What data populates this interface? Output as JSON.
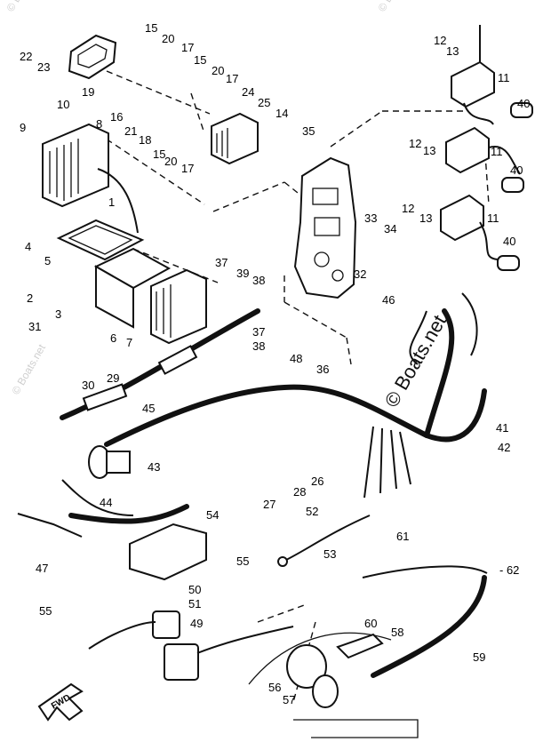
{
  "watermarks": {
    "center": "© Boats.net",
    "corner_top_left": "© Boats.net",
    "corner_top_right": "© Boats.net",
    "corner_left": "© Boats.net"
  },
  "fwd_label": "FWD",
  "callouts": [
    {
      "id": "c1",
      "text": "1"
    },
    {
      "id": "c2",
      "text": "2"
    },
    {
      "id": "c3",
      "text": "3"
    },
    {
      "id": "c4",
      "text": "4"
    },
    {
      "id": "c5",
      "text": "5"
    },
    {
      "id": "c6",
      "text": "6"
    },
    {
      "id": "c7",
      "text": "7"
    },
    {
      "id": "c8",
      "text": "8"
    },
    {
      "id": "c9",
      "text": "9"
    },
    {
      "id": "c10",
      "text": "10"
    },
    {
      "id": "c11a",
      "text": "11"
    },
    {
      "id": "c11b",
      "text": "11"
    },
    {
      "id": "c11c",
      "text": "11"
    },
    {
      "id": "c12a",
      "text": "12"
    },
    {
      "id": "c12b",
      "text": "12"
    },
    {
      "id": "c12c",
      "text": "12"
    },
    {
      "id": "c13a",
      "text": "13"
    },
    {
      "id": "c13b",
      "text": "13"
    },
    {
      "id": "c13c",
      "text": "13"
    },
    {
      "id": "c14",
      "text": "14"
    },
    {
      "id": "c15a",
      "text": "15"
    },
    {
      "id": "c15b",
      "text": "15"
    },
    {
      "id": "c15c",
      "text": "15"
    },
    {
      "id": "c16",
      "text": "16"
    },
    {
      "id": "c17a",
      "text": "17"
    },
    {
      "id": "c17b",
      "text": "17"
    },
    {
      "id": "c17c",
      "text": "17"
    },
    {
      "id": "c18",
      "text": "18"
    },
    {
      "id": "c19",
      "text": "19"
    },
    {
      "id": "c20a",
      "text": "20"
    },
    {
      "id": "c20b",
      "text": "20"
    },
    {
      "id": "c20c",
      "text": "20"
    },
    {
      "id": "c21",
      "text": "21"
    },
    {
      "id": "c22",
      "text": "22"
    },
    {
      "id": "c23",
      "text": "23"
    },
    {
      "id": "c24",
      "text": "24"
    },
    {
      "id": "c25",
      "text": "25"
    },
    {
      "id": "c26",
      "text": "26"
    },
    {
      "id": "c27",
      "text": "27"
    },
    {
      "id": "c28",
      "text": "28"
    },
    {
      "id": "c29",
      "text": "29"
    },
    {
      "id": "c30",
      "text": "30"
    },
    {
      "id": "c31",
      "text": "31"
    },
    {
      "id": "c32",
      "text": "32"
    },
    {
      "id": "c33",
      "text": "33"
    },
    {
      "id": "c34",
      "text": "34"
    },
    {
      "id": "c35",
      "text": "35"
    },
    {
      "id": "c36",
      "text": "36"
    },
    {
      "id": "c37a",
      "text": "37"
    },
    {
      "id": "c37b",
      "text": "37"
    },
    {
      "id": "c38a",
      "text": "38"
    },
    {
      "id": "c38b",
      "text": "38"
    },
    {
      "id": "c39",
      "text": "39"
    },
    {
      "id": "c40a",
      "text": "40"
    },
    {
      "id": "c40b",
      "text": "40"
    },
    {
      "id": "c40c",
      "text": "40"
    },
    {
      "id": "c41",
      "text": "41"
    },
    {
      "id": "c42",
      "text": "42"
    },
    {
      "id": "c43",
      "text": "43"
    },
    {
      "id": "c44",
      "text": "44"
    },
    {
      "id": "c45",
      "text": "45"
    },
    {
      "id": "c46",
      "text": "46"
    },
    {
      "id": "c47",
      "text": "47"
    },
    {
      "id": "c48",
      "text": "48"
    },
    {
      "id": "c49",
      "text": "49"
    },
    {
      "id": "c50",
      "text": "50"
    },
    {
      "id": "c51",
      "text": "51"
    },
    {
      "id": "c52",
      "text": "52"
    },
    {
      "id": "c53",
      "text": "53"
    },
    {
      "id": "c54",
      "text": "54"
    },
    {
      "id": "c55a",
      "text": "55"
    },
    {
      "id": "c55b",
      "text": "55"
    },
    {
      "id": "c56",
      "text": "56"
    },
    {
      "id": "c57",
      "text": "57"
    },
    {
      "id": "c58",
      "text": "58"
    },
    {
      "id": "c59",
      "text": "59"
    },
    {
      "id": "c60",
      "text": "60"
    },
    {
      "id": "c61",
      "text": "61"
    },
    {
      "id": "c62",
      "text": "- 62"
    }
  ]
}
